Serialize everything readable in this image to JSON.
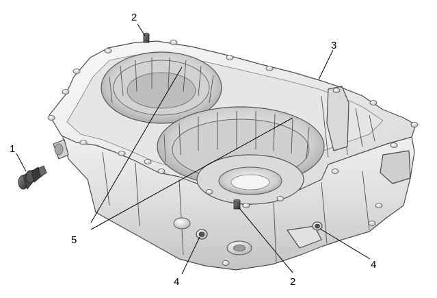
{
  "figure": {
    "callouts": {
      "one": "1",
      "two_top": "2",
      "three": "3",
      "four_left": "4",
      "five": "5",
      "two_bottom": "2",
      "four_right": "4"
    }
  }
}
